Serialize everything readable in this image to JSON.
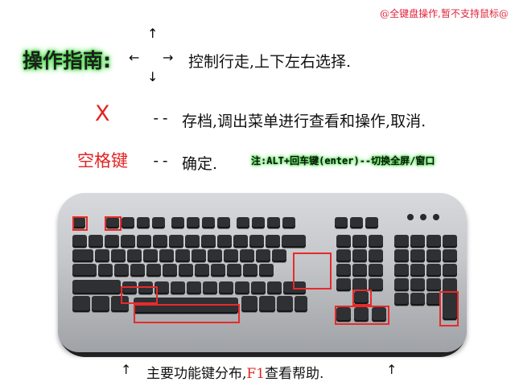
{
  "notice": "@全键盘操作,暂不支持鼠标@",
  "guide": {
    "title": "操作指南:",
    "move_desc": "控制行走,上下左右选择.",
    "x_key": "X",
    "x_sep": "--",
    "x_desc": "存档,调出菜单进行查看和操作,取消.",
    "space_key": "空格键",
    "space_sep": "--",
    "space_desc": "确定.",
    "note": "注:ALT+回车键(enter)--切换全屏/窗口"
  },
  "arrows": {
    "up": "↑",
    "down": "↓",
    "left": "←",
    "right": "→"
  },
  "footer": {
    "prefix": "主要功能键分布,",
    "f1": "F1",
    "suffix": "查看帮助.",
    "arrow": "↑"
  },
  "keyboard": {
    "highlighted_keys": [
      "Esc",
      "F1",
      "Enter",
      "Shift",
      "Space",
      "Up",
      "Left",
      "Down",
      "Right",
      "Numpad Enter"
    ]
  },
  "colors": {
    "highlight": "#e82a2a",
    "glow": "#39d33a",
    "accent_text": "#e52323"
  }
}
